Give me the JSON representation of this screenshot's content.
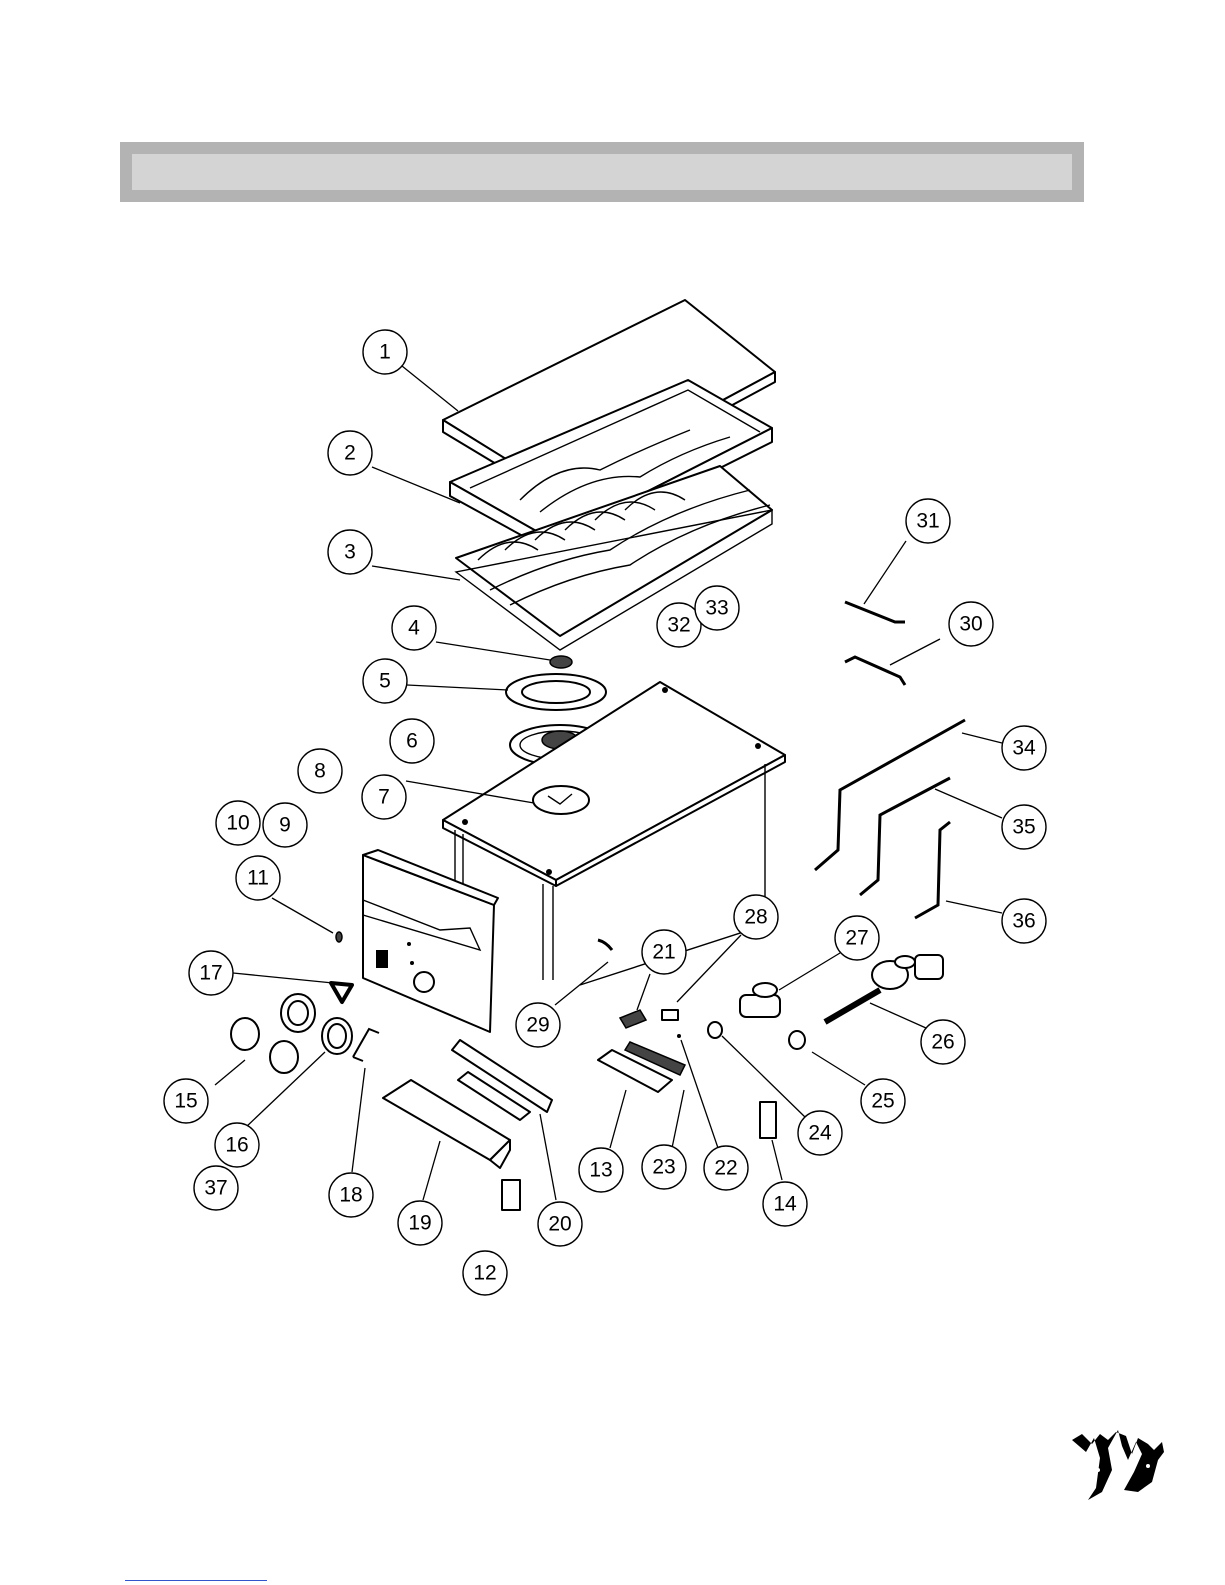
{
  "diagram": {
    "callouts": [
      {
        "id": "1",
        "label": "1"
      },
      {
        "id": "2",
        "label": "2"
      },
      {
        "id": "3",
        "label": "3"
      },
      {
        "id": "4",
        "label": "4"
      },
      {
        "id": "5",
        "label": "5"
      },
      {
        "id": "6",
        "label": "6"
      },
      {
        "id": "7",
        "label": "7"
      },
      {
        "id": "8",
        "label": "8"
      },
      {
        "id": "9",
        "label": "9"
      },
      {
        "id": "10",
        "label": "10"
      },
      {
        "id": "11",
        "label": "11"
      },
      {
        "id": "12",
        "label": "12"
      },
      {
        "id": "13",
        "label": "13"
      },
      {
        "id": "14",
        "label": "14"
      },
      {
        "id": "15",
        "label": "15"
      },
      {
        "id": "16",
        "label": "16"
      },
      {
        "id": "17",
        "label": "17"
      },
      {
        "id": "18",
        "label": "18"
      },
      {
        "id": "19",
        "label": "19"
      },
      {
        "id": "20",
        "label": "20"
      },
      {
        "id": "21",
        "label": "21"
      },
      {
        "id": "22",
        "label": "22"
      },
      {
        "id": "23",
        "label": "23"
      },
      {
        "id": "24",
        "label": "24"
      },
      {
        "id": "25",
        "label": "25"
      },
      {
        "id": "26",
        "label": "26"
      },
      {
        "id": "27",
        "label": "27"
      },
      {
        "id": "28",
        "label": "28"
      },
      {
        "id": "29",
        "label": "29"
      },
      {
        "id": "30",
        "label": "30"
      },
      {
        "id": "31",
        "label": "31"
      },
      {
        "id": "32",
        "label": "32"
      },
      {
        "id": "33",
        "label": "33"
      },
      {
        "id": "34",
        "label": "34"
      },
      {
        "id": "35",
        "label": "35"
      },
      {
        "id": "36",
        "label": "36"
      },
      {
        "id": "37",
        "label": "37"
      }
    ]
  },
  "logo": {
    "icon": "eagles-logo-icon"
  }
}
